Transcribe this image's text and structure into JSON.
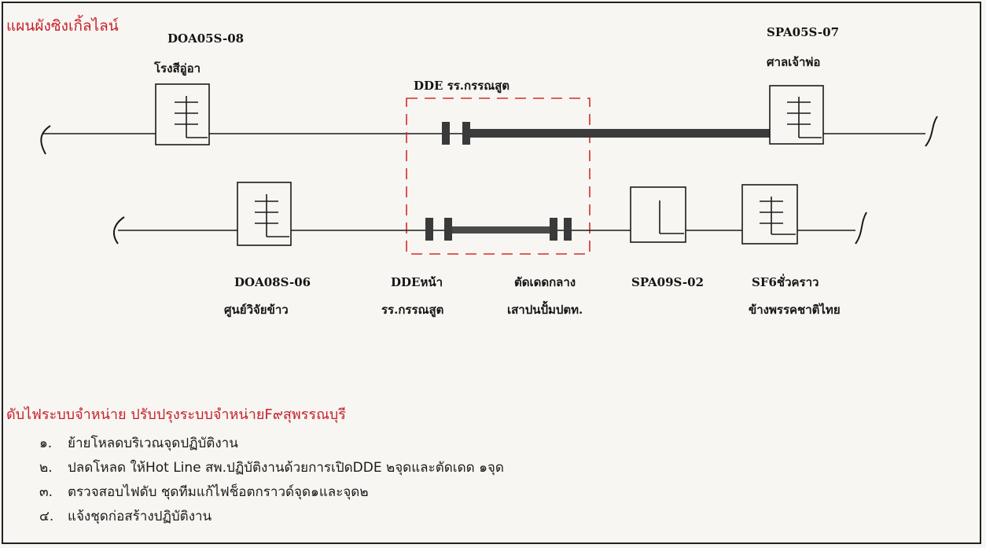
{
  "diagram": {
    "title": "แผนผังซิงเกิ้ลไลน์",
    "labels": {
      "doa05s_code": "DOA05S-08",
      "doa05s_name": "โรงสีอู่อา",
      "spa05s_code": "SPA05S-07",
      "spa05s_name": "ศาลเจ้าพ่อ",
      "dde_zone": "DDE รร.กรรณสูต",
      "doa08s_code": "DOA08S-06",
      "doa08s_name": "ศูนย์วิจัยข้าว",
      "dde_front_1": "DDEหน้า",
      "dde_front_2": "รร.กรรณสูต",
      "cutout_1": "ตัดเดดกลาง",
      "cutout_2": "เสาปนปั้มปตท.",
      "spa09s_code": "SPA09S-02",
      "sf6_1": "SF6ชั่วคราว",
      "sf6_2": "ข้างพรรคชาติไทย"
    },
    "colors": {
      "line": "#1a1a1a",
      "dde_box": "#d52b2b",
      "title": "#c8202a"
    }
  },
  "notes": {
    "title": "ดับไฟระบบจำหน่าย ปรับปรุงระบบจำหน่ายF๙สุพรรณบุรี",
    "steps": [
      {
        "num": "๑.",
        "text": "ย้ายโหลดบริเวณจุดปฏิบัติงาน"
      },
      {
        "num": "๒.",
        "text": "ปลดโหลด ให้Hot Line สพ.ปฏิบัติงานด้วยการเปิดDDE ๒จุดและตัดเดด ๑จุด"
      },
      {
        "num": "๓.",
        "text": "ตรวจสอบไฟดับ ชุดทีมแก้ไฟช็อตกราวด์จุด๑และจุด๒"
      },
      {
        "num": "๔.",
        "text": "แจ้งชุดก่อสร้างปฏิบัติงาน"
      }
    ]
  }
}
